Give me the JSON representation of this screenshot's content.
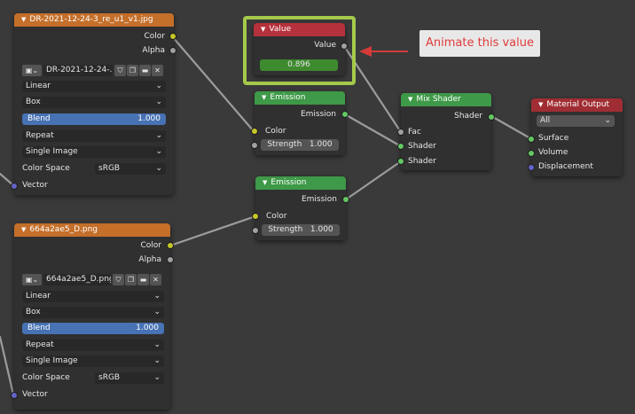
{
  "colors": {
    "texture_header": "#c46f2a",
    "shader_header": "#3e9948",
    "input_header": "#b5313c",
    "output_header": "#a02d33",
    "socket_color": "#c7c729",
    "socket_float": "#a1a1a1",
    "socket_shader": "#63c763",
    "socket_vector": "#6363c7",
    "highlight": "#a5c94b",
    "callout_text": "#e03b3b",
    "blend_slider": "#4772b3"
  },
  "image_texture_1": {
    "title": "DR-2021-12-24-3_re_u1_v1.jpg",
    "out_color": "Color",
    "out_alpha": "Alpha",
    "image_name": "DR-2021-12-24-...",
    "interpolation": "Linear",
    "projection": "Box",
    "blend_label": "Blend",
    "blend_value": "1.000",
    "extension": "Repeat",
    "source": "Single Image",
    "color_space_label": "Color Space",
    "color_space_value": "sRGB",
    "in_vector": "Vector"
  },
  "image_texture_2": {
    "title": "664a2ae5_D.png",
    "out_color": "Color",
    "out_alpha": "Alpha",
    "image_name": "664a2ae5_D.png",
    "interpolation": "Linear",
    "projection": "Box",
    "blend_label": "Blend",
    "blend_value": "1.000",
    "extension": "Repeat",
    "source": "Single Image",
    "color_space_label": "Color Space",
    "color_space_value": "sRGB",
    "in_vector": "Vector"
  },
  "value_node": {
    "title": "Value",
    "out_value": "Value",
    "value": "0.896"
  },
  "callout": {
    "text": "Animate this value"
  },
  "emission_1": {
    "title": "Emission",
    "out_emission": "Emission",
    "in_color": "Color",
    "strength_label": "Strength",
    "strength_value": "1.000"
  },
  "emission_2": {
    "title": "Emission",
    "out_emission": "Emission",
    "in_color": "Color",
    "strength_label": "Strength",
    "strength_value": "1.000"
  },
  "mix_shader": {
    "title": "Mix Shader",
    "out_shader": "Shader",
    "in_fac": "Fac",
    "in_shader_1": "Shader",
    "in_shader_2": "Shader"
  },
  "material_output": {
    "title": "Material Output",
    "target": "All",
    "in_surface": "Surface",
    "in_volume": "Volume",
    "in_displacement": "Displacement"
  },
  "icons": {
    "collapse": "collapse-triangle-icon",
    "image_browse": "image-icon",
    "fake_user": "shield-icon",
    "duplicate": "copy-icon",
    "open_folder": "folder-icon",
    "unlink": "close-icon",
    "dropdown": "chevron-down-icon",
    "arrow": "arrow-left-icon"
  }
}
